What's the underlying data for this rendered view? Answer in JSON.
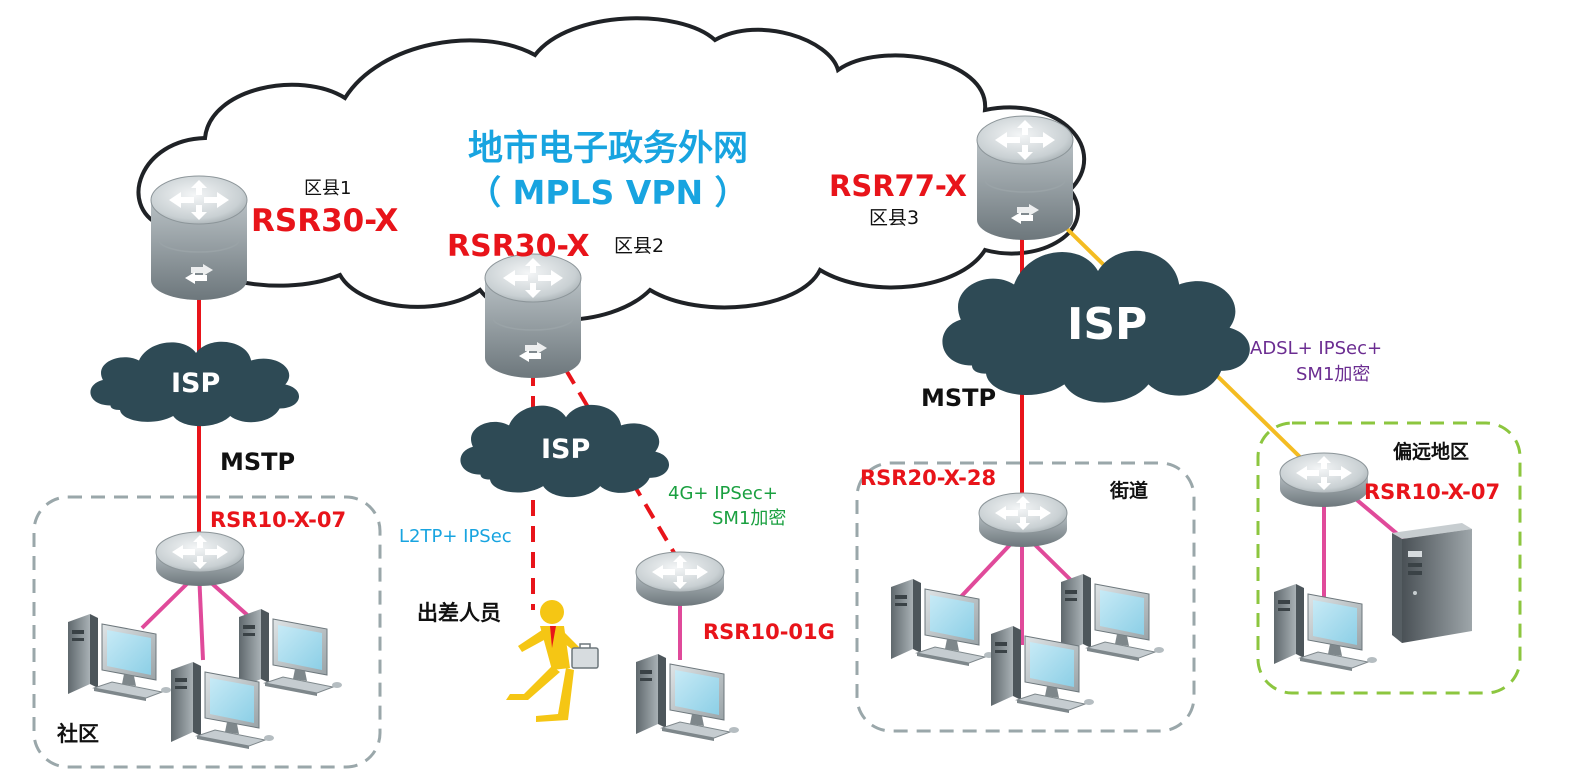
{
  "colors": {
    "cloud_fill": "#ffffff",
    "cloud_stroke": "#1f2226",
    "isp_cloud": "#2e4a55",
    "device_red": "#e8141a",
    "title_blue": "#18a4e0",
    "mstp_link": "#e8141a",
    "lan_link": "#e04a9a",
    "adsl_link": "#f4bc22",
    "l2tp_text": "#18a4e0",
    "g4_text": "#1aa040",
    "adsl_text": "#6b2d91",
    "group_gray": "#9aa7aa",
    "group_green": "#8cc63f",
    "traveler": "#f5c614"
  },
  "wan": {
    "title": "地市电子政务外网",
    "subtitle": "（ MPLS VPN ）"
  },
  "isp_labels": {
    "left": "ISP",
    "middle": "ISP",
    "right": "ISP"
  },
  "devices": {
    "county1_router": "RSR30-X",
    "county2_router": "RSR30-X",
    "county3_router": "RSR77-X",
    "community_router": "RSR10-X-07",
    "mobile_router": "RSR10-01G",
    "street_router": "RSR20-X-28",
    "remote_router": "RSR10-X-07"
  },
  "areas": {
    "county1": "区县1",
    "county2": "区县2",
    "county3": "区县3",
    "community": "社区",
    "street": "街道",
    "remote": "偏远地区",
    "traveler": "出差人员"
  },
  "links": {
    "mstp_left": "MSTP",
    "mstp_right": "MSTP",
    "l2tp": "L2TP+ IPSec",
    "g4_line1": "4G+ IPSec+",
    "g4_line2": "SM1加密",
    "adsl_line1": "ADSL+ IPSec+",
    "adsl_line2": "SM1加密"
  },
  "icons": [
    "router-icon",
    "pc-icon",
    "server-icon",
    "isp-cloud-icon",
    "wan-cloud-icon",
    "traveler-icon"
  ]
}
